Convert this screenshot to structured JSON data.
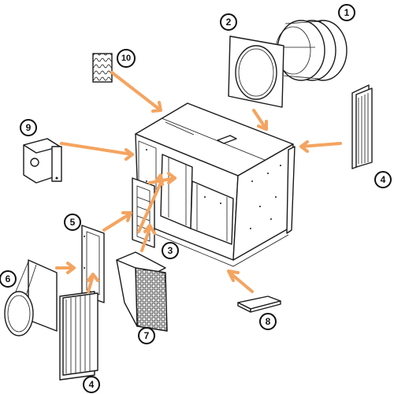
{
  "colors": {
    "arrow": "#f4a460",
    "line": "#1a1a1a",
    "background": "#ffffff"
  },
  "callouts": [
    {
      "id": "c1",
      "label": "1",
      "part": "flexible-duct-collar"
    },
    {
      "id": "c2",
      "label": "2",
      "part": "round-inlet-flange-plate"
    },
    {
      "id": "c3",
      "label": "3",
      "part": "access-door-panel"
    },
    {
      "id": "c4a",
      "label": "4",
      "part": "pleated-filter-right"
    },
    {
      "id": "c4b",
      "label": "4",
      "part": "pleated-filter-bottom"
    },
    {
      "id": "c5",
      "label": "5",
      "part": "filter-frame"
    },
    {
      "id": "c6",
      "label": "6",
      "part": "transition-hood"
    },
    {
      "id": "c7",
      "label": "7",
      "part": "perforated-grille-hood"
    },
    {
      "id": "c8",
      "label": "8",
      "part": "pad-filter"
    },
    {
      "id": "c9",
      "label": "9",
      "part": "fan-motor-unit"
    },
    {
      "id": "c10",
      "label": "10",
      "part": "insulation-panel"
    }
  ]
}
